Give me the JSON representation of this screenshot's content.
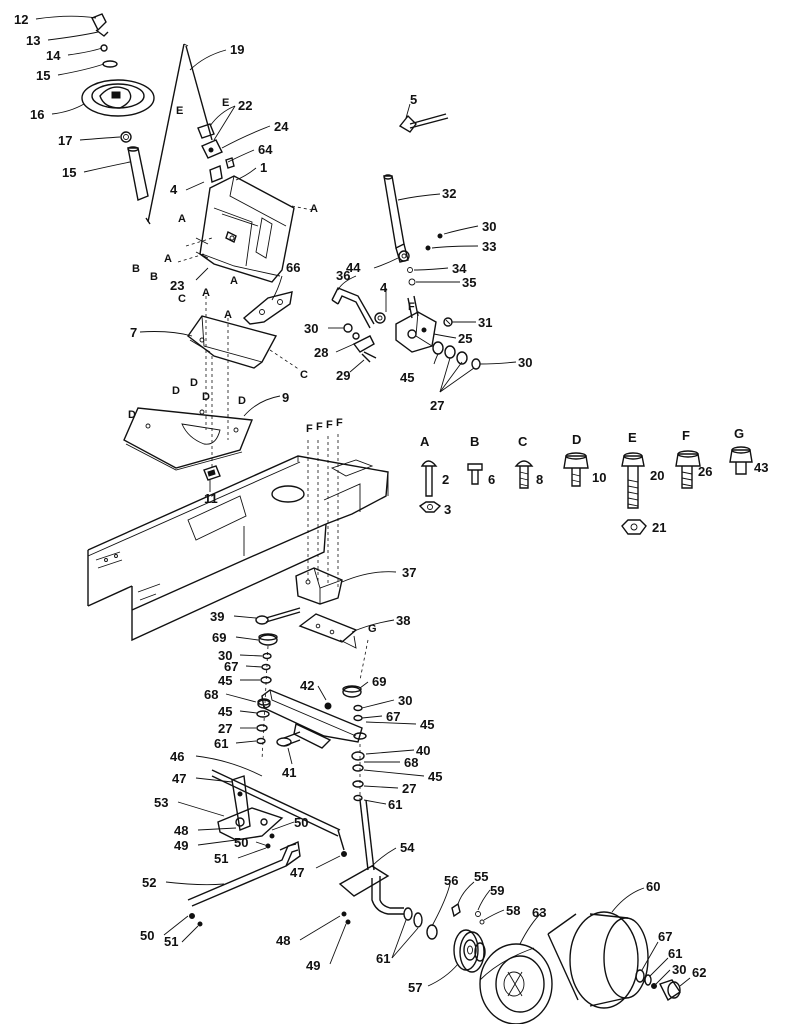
{
  "callouts": [
    {
      "id": "c12",
      "text": "12"
    },
    {
      "id": "c13",
      "text": "13"
    },
    {
      "id": "c14",
      "text": "14"
    },
    {
      "id": "c15a",
      "text": "15"
    },
    {
      "id": "c16",
      "text": "16"
    },
    {
      "id": "c17",
      "text": "17"
    },
    {
      "id": "c15b",
      "text": "15"
    },
    {
      "id": "c19",
      "text": "19"
    },
    {
      "id": "c22",
      "text": "22"
    },
    {
      "id": "c24",
      "text": "24"
    },
    {
      "id": "c64",
      "text": "64"
    },
    {
      "id": "c1",
      "text": "1"
    },
    {
      "id": "c4a",
      "text": "4"
    },
    {
      "id": "c23",
      "text": "23"
    },
    {
      "id": "c66",
      "text": "66"
    },
    {
      "id": "c5",
      "text": "5"
    },
    {
      "id": "c32",
      "text": "32"
    },
    {
      "id": "c30a",
      "text": "30"
    },
    {
      "id": "c33",
      "text": "33"
    },
    {
      "id": "c44",
      "text": "44"
    },
    {
      "id": "c34",
      "text": "34"
    },
    {
      "id": "c36",
      "text": "36"
    },
    {
      "id": "c35",
      "text": "35"
    },
    {
      "id": "c4b",
      "text": "4"
    },
    {
      "id": "c31",
      "text": "31"
    },
    {
      "id": "c30b",
      "text": "30"
    },
    {
      "id": "c25",
      "text": "25"
    },
    {
      "id": "c28",
      "text": "28"
    },
    {
      "id": "c29",
      "text": "29"
    },
    {
      "id": "c45a",
      "text": "45"
    },
    {
      "id": "c30c",
      "text": "30"
    },
    {
      "id": "c27a",
      "text": "27"
    },
    {
      "id": "c7",
      "text": "7"
    },
    {
      "id": "c9",
      "text": "9"
    },
    {
      "id": "c11",
      "text": "11"
    },
    {
      "id": "c2",
      "text": "2"
    },
    {
      "id": "c3",
      "text": "3"
    },
    {
      "id": "c6",
      "text": "6"
    },
    {
      "id": "c8",
      "text": "8"
    },
    {
      "id": "c10",
      "text": "10"
    },
    {
      "id": "c20",
      "text": "20"
    },
    {
      "id": "c21",
      "text": "21"
    },
    {
      "id": "c26",
      "text": "26"
    },
    {
      "id": "c43",
      "text": "43"
    },
    {
      "id": "c37",
      "text": "37"
    },
    {
      "id": "c39",
      "text": "39"
    },
    {
      "id": "c38",
      "text": "38"
    },
    {
      "id": "c69a",
      "text": "69"
    },
    {
      "id": "c30d",
      "text": "30"
    },
    {
      "id": "c67a",
      "text": "67"
    },
    {
      "id": "c45b",
      "text": "45"
    },
    {
      "id": "c68a",
      "text": "68"
    },
    {
      "id": "c45c",
      "text": "45"
    },
    {
      "id": "c27b",
      "text": "27"
    },
    {
      "id": "c61a",
      "text": "61"
    },
    {
      "id": "c42",
      "text": "42"
    },
    {
      "id": "c69b",
      "text": "69"
    },
    {
      "id": "c30e",
      "text": "30"
    },
    {
      "id": "c67b",
      "text": "67"
    },
    {
      "id": "c45d",
      "text": "45"
    },
    {
      "id": "c40",
      "text": "40"
    },
    {
      "id": "c41",
      "text": "41"
    },
    {
      "id": "c68b",
      "text": "68"
    },
    {
      "id": "c45e",
      "text": "45"
    },
    {
      "id": "c27c",
      "text": "27"
    },
    {
      "id": "c61b",
      "text": "61"
    },
    {
      "id": "c46",
      "text": "46"
    },
    {
      "id": "c47a",
      "text": "47"
    },
    {
      "id": "c53",
      "text": "53"
    },
    {
      "id": "c50a",
      "text": "50"
    },
    {
      "id": "c48a",
      "text": "48"
    },
    {
      "id": "c49a",
      "text": "49"
    },
    {
      "id": "c50b",
      "text": "50"
    },
    {
      "id": "c51a",
      "text": "51"
    },
    {
      "id": "c47b",
      "text": "47"
    },
    {
      "id": "c54",
      "text": "54"
    },
    {
      "id": "c52",
      "text": "52"
    },
    {
      "id": "c50c",
      "text": "50"
    },
    {
      "id": "c51b",
      "text": "51"
    },
    {
      "id": "c48b",
      "text": "48"
    },
    {
      "id": "c49b",
      "text": "49"
    },
    {
      "id": "c56",
      "text": "56"
    },
    {
      "id": "c55",
      "text": "55"
    },
    {
      "id": "c59",
      "text": "59"
    },
    {
      "id": "c58",
      "text": "58"
    },
    {
      "id": "c60",
      "text": "60"
    },
    {
      "id": "c61c",
      "text": "61"
    },
    {
      "id": "c63",
      "text": "63"
    },
    {
      "id": "c57",
      "text": "57"
    },
    {
      "id": "c67c",
      "text": "67"
    },
    {
      "id": "c61d",
      "text": "61"
    },
    {
      "id": "c30f",
      "text": "30"
    },
    {
      "id": "c62",
      "text": "62"
    }
  ],
  "hardware_letters": [
    {
      "id": "hA",
      "text": "A"
    },
    {
      "id": "hB",
      "text": "B"
    },
    {
      "id": "hC",
      "text": "C"
    },
    {
      "id": "hD",
      "text": "D"
    },
    {
      "id": "hE",
      "text": "E"
    },
    {
      "id": "hF",
      "text": "F"
    },
    {
      "id": "hG",
      "text": "G"
    }
  ],
  "reference_letters": [
    {
      "id": "rE1",
      "text": "E"
    },
    {
      "id": "rE2",
      "text": "E"
    },
    {
      "id": "rA1",
      "text": "A"
    },
    {
      "id": "rA2",
      "text": "A"
    },
    {
      "id": "rA3",
      "text": "A"
    },
    {
      "id": "rA4",
      "text": "A"
    },
    {
      "id": "rA5",
      "text": "A"
    },
    {
      "id": "rA6",
      "text": "A"
    },
    {
      "id": "rB1",
      "text": "B"
    },
    {
      "id": "rB2",
      "text": "B"
    },
    {
      "id": "rC1",
      "text": "C"
    },
    {
      "id": "rC2",
      "text": "C"
    },
    {
      "id": "rD1",
      "text": "D"
    },
    {
      "id": "rD2",
      "text": "D"
    },
    {
      "id": "rD3",
      "text": "D"
    },
    {
      "id": "rD4",
      "text": "D"
    },
    {
      "id": "rD5",
      "text": "D"
    },
    {
      "id": "rF1",
      "text": "F"
    },
    {
      "id": "rF2",
      "text": "F"
    },
    {
      "id": "rF3",
      "text": "F"
    },
    {
      "id": "rF4",
      "text": "F"
    },
    {
      "id": "rF5",
      "text": "F"
    },
    {
      "id": "rG1",
      "text": "G"
    }
  ]
}
